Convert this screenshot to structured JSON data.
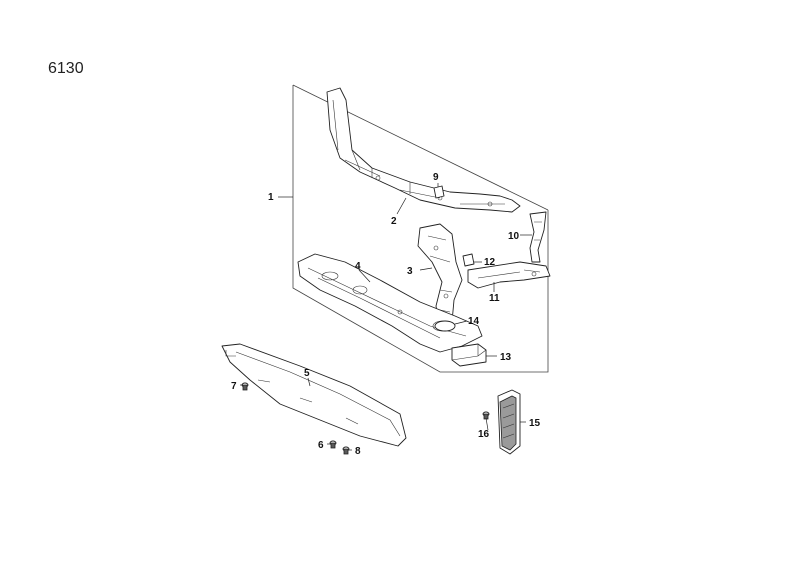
{
  "diagram": {
    "title": "6130",
    "callouts": [
      "1",
      "2",
      "3",
      "4",
      "5",
      "6",
      "7",
      "8",
      "9",
      "10",
      "11",
      "12",
      "13",
      "14",
      "15",
      "16"
    ]
  }
}
